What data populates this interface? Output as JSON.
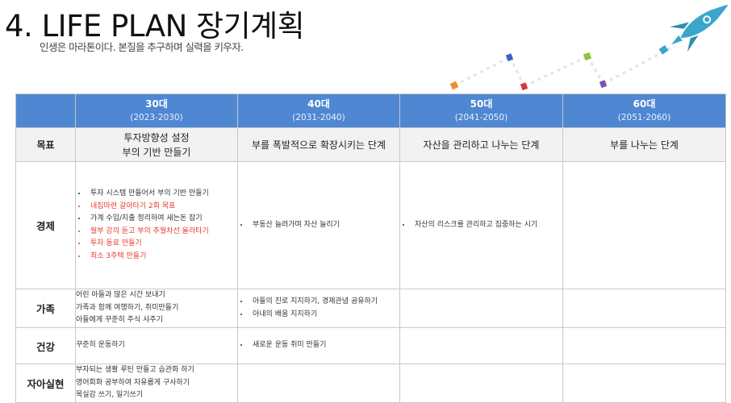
{
  "title": "4. LIFE PLAN 장기계획",
  "subtitle": "인생은 마라톤이다. 본질을 추구하며 실력을 키우자.",
  "colors": {
    "header_bg": "#4f87d3",
    "goal_bg": "#f2f2f2",
    "highlight": "#e8392f",
    "rocket": "#3aa6c9"
  },
  "decoration": {
    "icon": "rocket-icon",
    "path_dot_colors": [
      "#f0902a",
      "#d9373a",
      "#3566c4",
      "#8cc63f",
      "#7e4fae"
    ]
  },
  "table": {
    "decades": [
      {
        "label": "30대",
        "years": "(2023-2030)"
      },
      {
        "label": "40대",
        "years": "(2031-2040)"
      },
      {
        "label": "50대",
        "years": "(2041-2050)"
      },
      {
        "label": "60대",
        "years": "(2051-2060)"
      }
    ],
    "goal": {
      "label": "목표",
      "values": [
        [
          "투자방향성 설정",
          "부의 기반 만들기"
        ],
        [
          "부를 폭발적으로 확장시키는 단계"
        ],
        [
          "자산을 관리하고 나누는 단계"
        ],
        [
          "부를 나누는 단계"
        ]
      ]
    },
    "economy": {
      "label": "경제",
      "col1": [
        {
          "text": "투자 시스템 만들어서 부의 기반 만들기",
          "red": false
        },
        {
          "text": "내집마련 갈아타기 2회 목표",
          "red": true
        },
        {
          "text": "가계 수입/지출 정리하여 새는돈 잡기",
          "red": false
        },
        {
          "text": "월부 강의 듣고 부의 추월차선 올라타기",
          "red": true
        },
        {
          "text": "투자 동료 만들기",
          "red": true
        },
        {
          "text": "최소 3주택 만들기",
          "red": true
        }
      ],
      "col2": [
        "부동산 늘려가며 자산 늘리기"
      ],
      "col3": [
        "자산의 리스크를 관리하고 집중하는 시기"
      ]
    },
    "family": {
      "label": "가족",
      "col1": [
        "어린 아들과 많은 시간 보내기",
        "가족과 함께 여행하기, 취미만들기",
        "아들에게 꾸준히 주식 사주기"
      ],
      "col2": [
        "아들의 진로 지지하기, 경제관념 공유하기",
        "아내의 배움 지지하기"
      ]
    },
    "health": {
      "label": "건강",
      "col1": [
        "꾸준히 운동하기"
      ],
      "col2": [
        "새로운 운동 취미 만들기"
      ]
    },
    "self": {
      "label": "자아실현",
      "col1": [
        "부자되는 생활 루틴 만들고 습관화 하기",
        "영어회화 공부하여 자유롭게 구사하기",
        "목실감 쓰기, 일기쓰기"
      ]
    }
  }
}
